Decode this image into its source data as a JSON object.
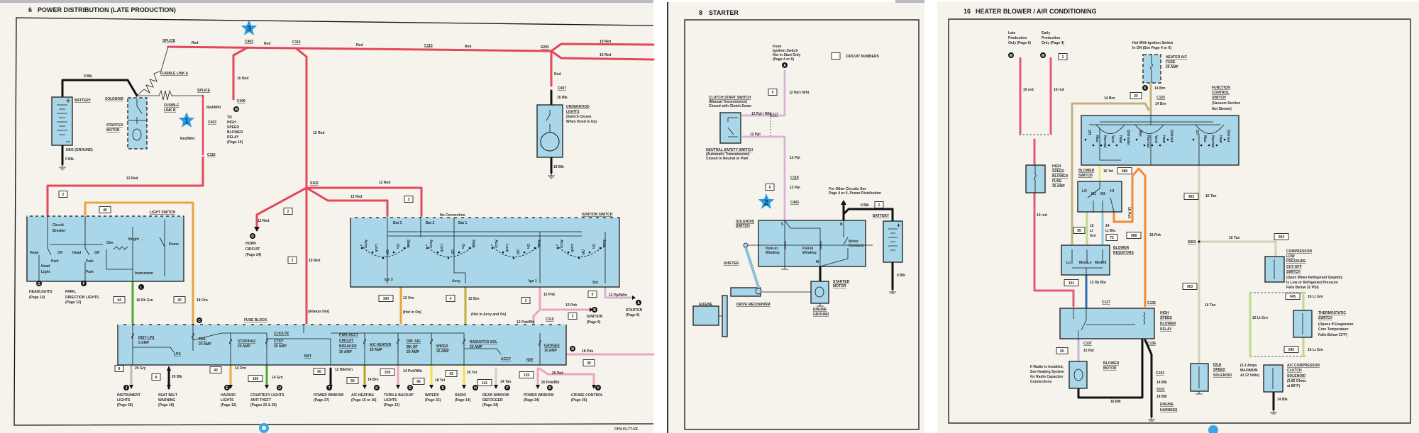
{
  "p6": {
    "title_num": "6",
    "title": "POWER DISTRIBUTION (LATE PRODUCTION)",
    "labels": [
      "SPLICE",
      "Red",
      "C403",
      "Red",
      "C115",
      "Red",
      "C115",
      "Red",
      "S203",
      "10 Red",
      "10 Red",
      "Red",
      "C407",
      "16 Blk",
      "UNDERHOOD",
      "LIGHTS",
      "(Switch Closes",
      "When Hood Is Up)",
      "18 Blk",
      "FUSIBLE LINK A",
      "0 Blk",
      "BATTERY",
      "SOLENOID",
      "STARTER",
      "MOTOR",
      "NEG (GROUND)",
      "0 Blk",
      "SPLICE",
      "FUSIBLE",
      "LINK B",
      "Red/Wht",
      "C403",
      "Red/Wht",
      "C115",
      "10 Red",
      "C406",
      "TO",
      "HIGH",
      "SPEED",
      "BLOWER",
      "RELAY",
      "(Page 16)",
      "12 Red",
      "12 Red",
      "S202",
      "12 Red",
      "12 Red",
      "LIGHT SWITCH",
      "Circuit",
      "Breaker",
      "Head",
      "Off",
      "Head",
      "Off",
      "Park",
      "Park",
      "Head",
      "Light",
      "Park",
      "Dim",
      "Bright →",
      "Dome",
      "Instrument",
      "HEADLIGHTS",
      "(Page 10)",
      "PARK,",
      "DIRECTION LIGHTS",
      "(Page 12)",
      "16 Dk Grn",
      "18 Orn",
      "12 Red",
      "HORN",
      "CIRCUIT",
      "(Page 24)",
      "10 Red",
      "(Always Hot)",
      "FUSE BLOCK",
      "No Connection",
      "IGNITION SWITCH",
      "Bat 3",
      "Bat 2",
      "Bat 1",
      "Ign 3",
      "Accy",
      "Ign 1",
      "Sol",
      "12 Orn",
      "12 Brn",
      "(Hot in On)",
      "(Hot in Accy and On)",
      "12 Pnk",
      "12 Ppl/Wht",
      "12 Pnk",
      "IGNITION",
      "(Page 9)",
      "C115",
      "12 Pnk/Blk",
      "STARTER",
      "(Page 8)",
      "INST LPS",
      "5 AMP",
      "TAIL",
      "20 AMP",
      "STOP/HAZ",
      "20 AMP",
      "CLK/LTR",
      "CTSY",
      "20 AMP",
      "PWR ACCY",
      "CIRCUIT",
      "BREAKER",
      "30 AMP",
      "A/C HEATER",
      "25 AMP",
      "DIR. SIG",
      "BK UP",
      "20 AMP",
      "WIPER",
      "25 AMP",
      "RADIO/TCS SOL",
      "20 AMP",
      "GAUGES",
      "10 AMP",
      "LPS",
      "BAT",
      "ACCY",
      "IGN",
      "18 Pnk",
      "20 Gry",
      "20 Blk",
      "14 Orn",
      "14 Grn",
      "12 Blk/Orn",
      "14 Brn",
      "14 Pnk/Wht",
      "18 Yel",
      "20 Yel",
      "14 Tan",
      "20 Pnk",
      "20 Pnk/Blk",
      "CHV-01-77-VE"
    ],
    "letters": [
      "W",
      "G",
      "F",
      "L",
      "R",
      "C",
      "B",
      "A",
      "N"
    ],
    "circuit_boxes": [
      "2",
      "2",
      "40",
      "44",
      "40",
      "2",
      "2",
      "300",
      "4",
      "3",
      "5",
      "3",
      "39",
      "8",
      "8",
      "40",
      "140",
      "60",
      "50",
      "339",
      "95",
      "43",
      "141",
      "139"
    ],
    "ignition_positions": [
      "Accy",
      "Lock",
      "Off",
      "On",
      "Start"
    ],
    "outputs": [
      {
        "letter": "J",
        "lines": [
          "INSTRUMENT",
          "LIGHTS",
          "(Page 28)"
        ]
      },
      {
        "letter": "",
        "lines": [
          "SEAT BELT",
          "WARNING",
          "(Page 18)"
        ]
      },
      {
        "letter": "E",
        "lines": [
          "HAZARD",
          "LIGHTS",
          "(Page 12)"
        ]
      },
      {
        "letter": "U",
        "lines": [
          "COURTESY LIGHTS",
          "ANTI THEFT",
          "(Pages 22 & 30)"
        ]
      },
      {
        "letter": "T",
        "lines": [
          "POWER WINDOW",
          "(Page 27)"
        ]
      },
      {
        "letter": "K",
        "lines": [
          "A/C HEATING",
          "(Page 15 or 16)"
        ]
      },
      {
        "letter": "D",
        "lines": [
          "TURN & BACKUP",
          "LIGHTS",
          "(Page 12)"
        ]
      },
      {
        "letter": "S",
        "lines": [
          "WIPERS",
          "(Page 32)"
        ]
      },
      {
        "letter": "H",
        "lines": [
          "RADIO",
          "(Page 14)"
        ]
      },
      {
        "letter": "P",
        "lines": [
          "REAR WINDOW",
          "DEFOGGER",
          "(Page 24)"
        ]
      },
      {
        "letter": "R",
        "lines": [
          "POWER WINDOW",
          "(Page 24)"
        ]
      },
      {
        "letter": "V",
        "lines": [
          "CRUISE CONTROL",
          "(Page 26)"
        ]
      }
    ],
    "stars": [
      "3",
      "1"
    ]
  },
  "p8": {
    "title_num": "8",
    "title": "STARTER",
    "labels": [
      "From",
      "Ignition Switch",
      "Hot in Start Only",
      "(Page 4 or 6)",
      "CIRCUIT  NUMBERS",
      "12 Ppl / Wht",
      "CLUTCH START SWITCH",
      "(Manual Transmission)",
      "Closed with Clutch Down",
      "12 Ppl / Wht",
      "C117",
      "12 Ppl",
      "NEUTRAL SAFETY SWITCH",
      "(Automatic Transmission)",
      "Closed in Neutral or Park",
      "12 Ppl",
      "C118",
      "12 Ppl",
      "C403",
      "For Other Circuits See",
      "Page 4 or 6, Power Distribution",
      "0 Blk",
      "BATTERY",
      "SOLENOID",
      "SWITCH",
      "S",
      "B",
      "Hold-In",
      "Winding",
      "Pull-In",
      "Winding",
      "Motor",
      "Contacts",
      "M",
      "SHIFTER",
      "0 Blk",
      "STARTER",
      "MOTOR",
      "ENGINE",
      "DRIVE MECHANISM",
      "ENGINE",
      "GROUND"
    ],
    "letters": [
      "A"
    ],
    "circuit_boxes": [
      "",
      "5",
      "6",
      "2"
    ],
    "stars": [
      "2"
    ]
  },
  "p16": {
    "title_num": "16",
    "title": "HEATER BLOWER / AIR CONDITIONING",
    "labels": [
      "Late",
      "Production",
      "Only (Page 6)",
      "Early",
      "Production",
      "Only (Page 4)",
      "10 red",
      "10 red",
      "HIGH",
      "SPEED",
      "BLOWER",
      "FUSE",
      "30 AMP",
      "10 red",
      "Hot With Ignition Switch",
      "In ON (See Page 4 or 6)",
      "HEATER A/C",
      "FUSE",
      "25 AMP",
      "14 Brn",
      "C125",
      "14 Brn",
      "14 Brn",
      "FUNCTION",
      "CONTROL",
      "SWITCH",
      "(Vacuum Section",
      "Not Shown)",
      "BLOWER",
      "SWITCH",
      "16 Yel",
      "LO",
      "M1",
      "M2",
      "HI",
      "16",
      "Lt",
      "Grn",
      "14",
      "Lt Blu",
      "18 Pnk",
      "BLOWER",
      "RESISTORS",
      "Lo",
      "Med Lo",
      "Med Hi",
      "S963",
      "16 Tan",
      "16 Tan",
      "COMPRESSOR",
      "LOW",
      "PRESSURE",
      "CUT-OFF",
      "SWITCH",
      "(Open When Refrigerant Quantity",
      "Is Low or Refrigerant Pressure",
      "Falls Below 32 PSI)",
      "12 Dk Blu",
      "C137",
      "C136",
      "HIGH",
      "SPEED",
      "BLOWER",
      "RELAY",
      "16 Tan",
      "16 Lt Grn",
      "16 Lt Grn",
      "THERMOSTATIC",
      "SWITCH",
      "(Opens If Evaporator",
      "Core Temperature",
      "Falls Below 33°F)",
      "16 Lt Grn",
      "C137",
      "12 Ppl",
      "C136",
      "If Radio is Installed,",
      "See Heating System",
      "for Radio Capacitor",
      "Connections",
      "BLOWER",
      "MOTOR",
      "C103",
      "14 Blk",
      "S151",
      "14 Blk",
      "ENGINE",
      "HARNESS",
      "16 Blk",
      "IDLE",
      "SPEED",
      "SOLENOID",
      "(3.2 Amps",
      "MAXIMUM",
      "At 12 Volts)",
      "A/C COMPRESSOR",
      "CLUTCH",
      "SOLENOID",
      "(3.85 Ohms",
      "at 80°F)",
      "14 Blk",
      "16 Pnk"
    ],
    "letters": [
      "W",
      "W",
      "K"
    ],
    "circuit_boxes": [
      "2",
      "20",
      "988",
      "963",
      "95",
      "72",
      "988",
      "963",
      "101",
      "963",
      "945",
      "65",
      "545"
    ],
    "function_positions": [
      [
        "Off",
        "Max",
        "Normal",
        "Vent",
        "Heat",
        "Defroster"
      ],
      [
        "Max",
        "Normal",
        "Vent",
        "Heat",
        "Defrost"
      ],
      [
        "Off",
        "Max",
        "Normal",
        "Heat",
        "Defrost"
      ]
    ]
  },
  "colors": {
    "paper": "#f6f3ec",
    "component_fill": "#a9d6e8",
    "red": "#e3475a",
    "orange": "#e9a53a",
    "green": "#4aa83a",
    "pink": "#eaa7c2",
    "purple": "#d9b6d9",
    "yellow": "#f0e24a",
    "brown": "#c2aa3c",
    "tan": "#d9cdb8",
    "star_blue": "#2a9be0"
  }
}
